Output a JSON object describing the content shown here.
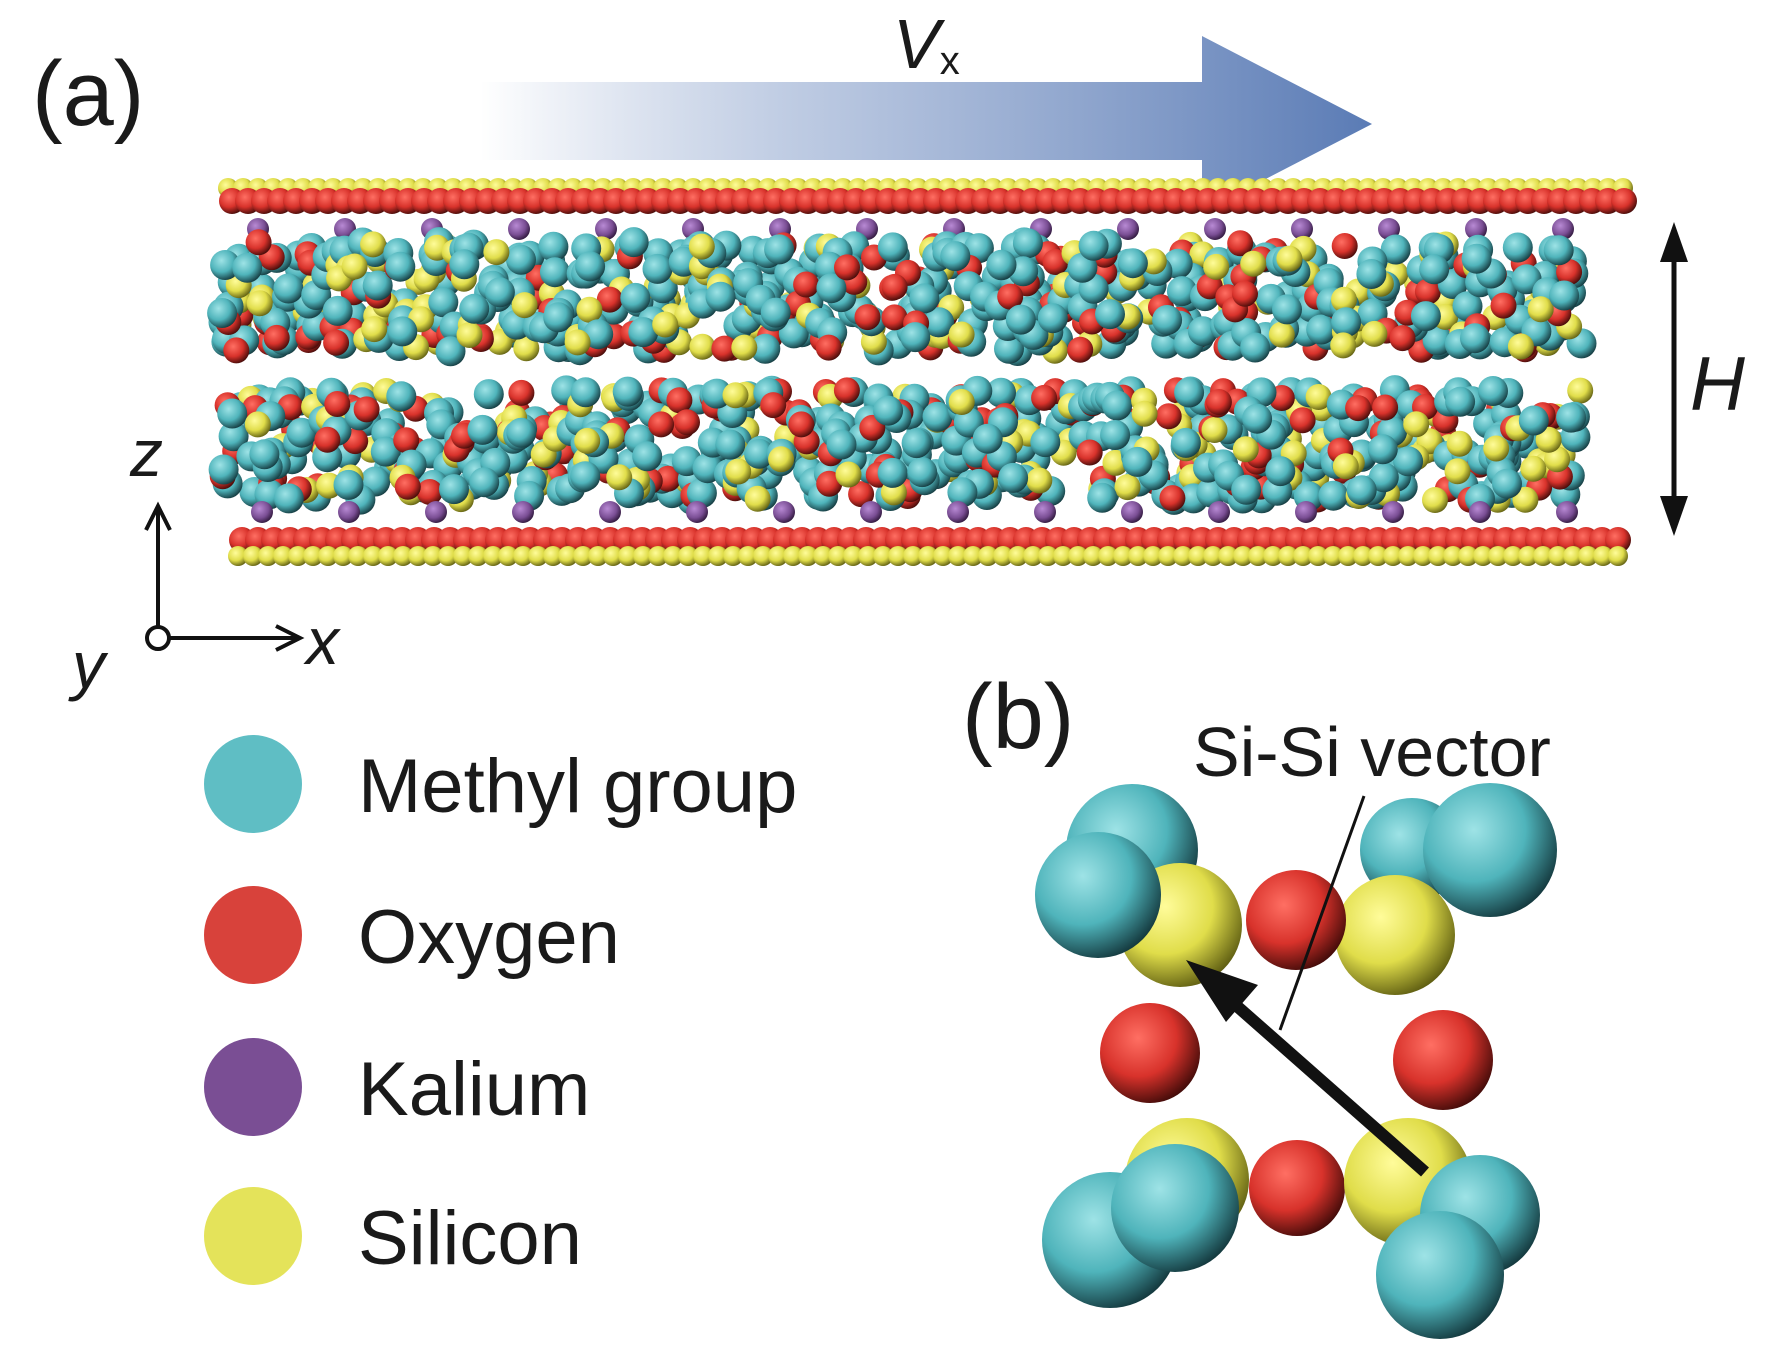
{
  "panel_a": {
    "label": "(a)",
    "velocity": {
      "symbol": "V",
      "subscript": "x"
    },
    "height_label": "H",
    "axes": {
      "z": "z",
      "y": "y",
      "x": "x"
    }
  },
  "panel_b": {
    "label": "(b)",
    "vector_label": "Si-Si vector"
  },
  "legend": [
    {
      "label": "Methyl group",
      "color": "#5fbec4"
    },
    {
      "label": "Oxygen",
      "color": "#d8423b"
    },
    {
      "label": "Kalium",
      "color": "#7a4e94"
    },
    {
      "label": "Silicon",
      "color": "#e4e35a"
    }
  ],
  "colors": {
    "methyl": "#5fbec4",
    "oxygen": "#d8423b",
    "kalium": "#7a4e94",
    "silicon": "#e4e35a",
    "arrow": "#5a7bb5"
  }
}
